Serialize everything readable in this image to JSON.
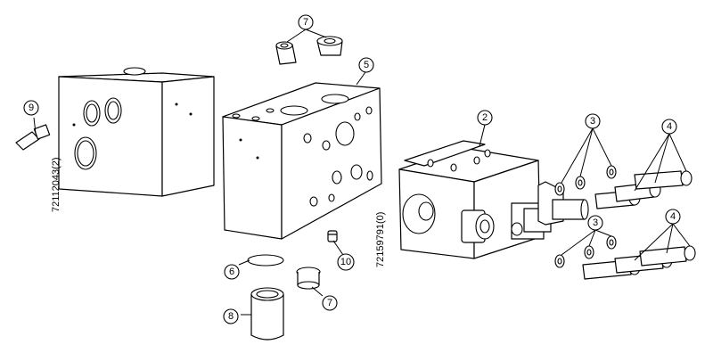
{
  "callouts": {
    "c2": "2",
    "c3a": "3",
    "c3b": "3",
    "c4a": "4",
    "c4b": "4",
    "c5": "5",
    "c6": "6",
    "c7a": "7",
    "c7b": "7",
    "c8": "8",
    "c9": "9",
    "c10": "10"
  },
  "part_numbers": {
    "left_block": "72112043(2)",
    "valve_assembly": "72159791(0)"
  }
}
